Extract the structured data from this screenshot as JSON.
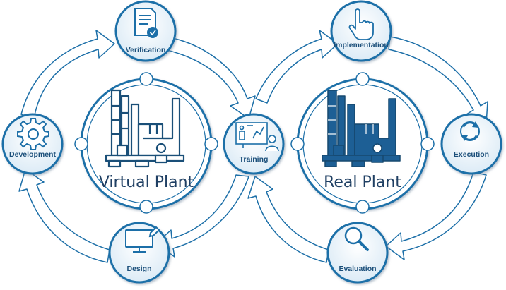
{
  "colors": {
    "primary": "#1c6fa8",
    "dark": "#1a4f78",
    "node_fill": "#e8f3fb",
    "arrow_fill": "#ffffff",
    "plant_fill_real": "#1d5f95",
    "plant_fill_virtual": "#ffffff"
  },
  "nodes": {
    "verification": {
      "label": "Verification",
      "icon": "document-check-icon"
    },
    "development": {
      "label": "Development",
      "icon": "gear-icon"
    },
    "design": {
      "label": "Design",
      "icon": "monitor-pen-icon"
    },
    "training": {
      "label": "Training",
      "icon": "presentation-icon"
    },
    "implementation": {
      "label": "Implementation",
      "icon": "pointing-hand-icon"
    },
    "execution": {
      "label": "Execution",
      "icon": "cycle-arrows-icon"
    },
    "evaluation": {
      "label": "Evaluation",
      "icon": "magnifier-icon"
    }
  },
  "plants": {
    "virtual": {
      "label": "Virtual Plant",
      "icon": "factory-outline-icon"
    },
    "real": {
      "label": "Real Plant",
      "icon": "factory-solid-icon"
    }
  }
}
